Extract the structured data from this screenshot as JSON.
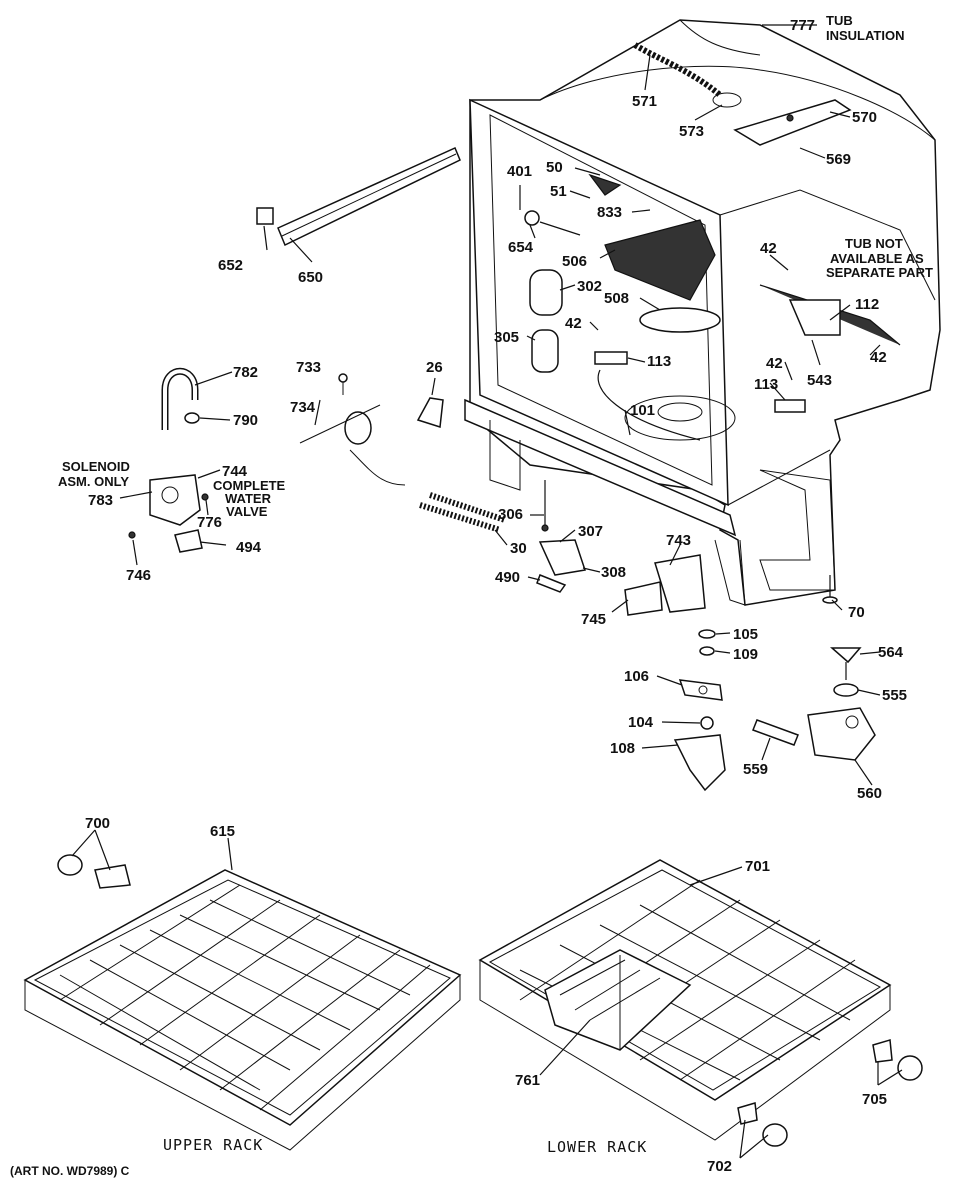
{
  "labels": {
    "l777": "777",
    "l571": "571",
    "l573": "573",
    "l570": "570",
    "l569": "569",
    "l50": "50",
    "l51": "51",
    "l833": "833",
    "l401": "401",
    "l654": "654",
    "l506": "506",
    "l302": "302",
    "l508": "508",
    "l42a": "42",
    "l305": "305",
    "l652": "652",
    "l650": "650",
    "l42b": "42",
    "l112": "112",
    "l42c": "42",
    "l42d": "42",
    "l113a": "113",
    "l113b": "113",
    "l543": "543",
    "l26": "26",
    "l101": "101",
    "l782": "782",
    "l790": "790",
    "l733": "733",
    "l734": "734",
    "l744": "744",
    "l783": "783",
    "l776": "776",
    "l494": "494",
    "l746": "746",
    "l306": "306",
    "l307": "307",
    "l30": "30",
    "l308": "308",
    "l490": "490",
    "l743": "743",
    "l745": "745",
    "l70": "70",
    "l105": "105",
    "l109": "109",
    "l564": "564",
    "l106": "106",
    "l555": "555",
    "l104": "104",
    "l108": "108",
    "l559": "559",
    "l560": "560",
    "l700": "700",
    "l615": "615",
    "l701": "701",
    "l761": "761",
    "l705": "705",
    "l702": "702"
  },
  "notes": {
    "tub_insulation_1": "TUB",
    "tub_insulation_2": "INSULATION",
    "tub_not_1": "TUB NOT",
    "tub_not_2": "AVAILABLE AS",
    "tub_not_3": "SEPARATE PART",
    "solenoid_1": "SOLENOID",
    "solenoid_2": "ASM. ONLY",
    "valve_1": "COMPLETE",
    "valve_2": "WATER",
    "valve_3": "VALVE"
  },
  "captions": {
    "upper_rack": "UPPER RACK",
    "lower_rack": "LOWER RACK",
    "art_no": "(ART NO. WD7989) C"
  },
  "icons": {
    "tub": "dishwasher-tub-icon",
    "upper_rack": "upper-rack-icon",
    "lower_rack": "lower-rack-icon"
  }
}
